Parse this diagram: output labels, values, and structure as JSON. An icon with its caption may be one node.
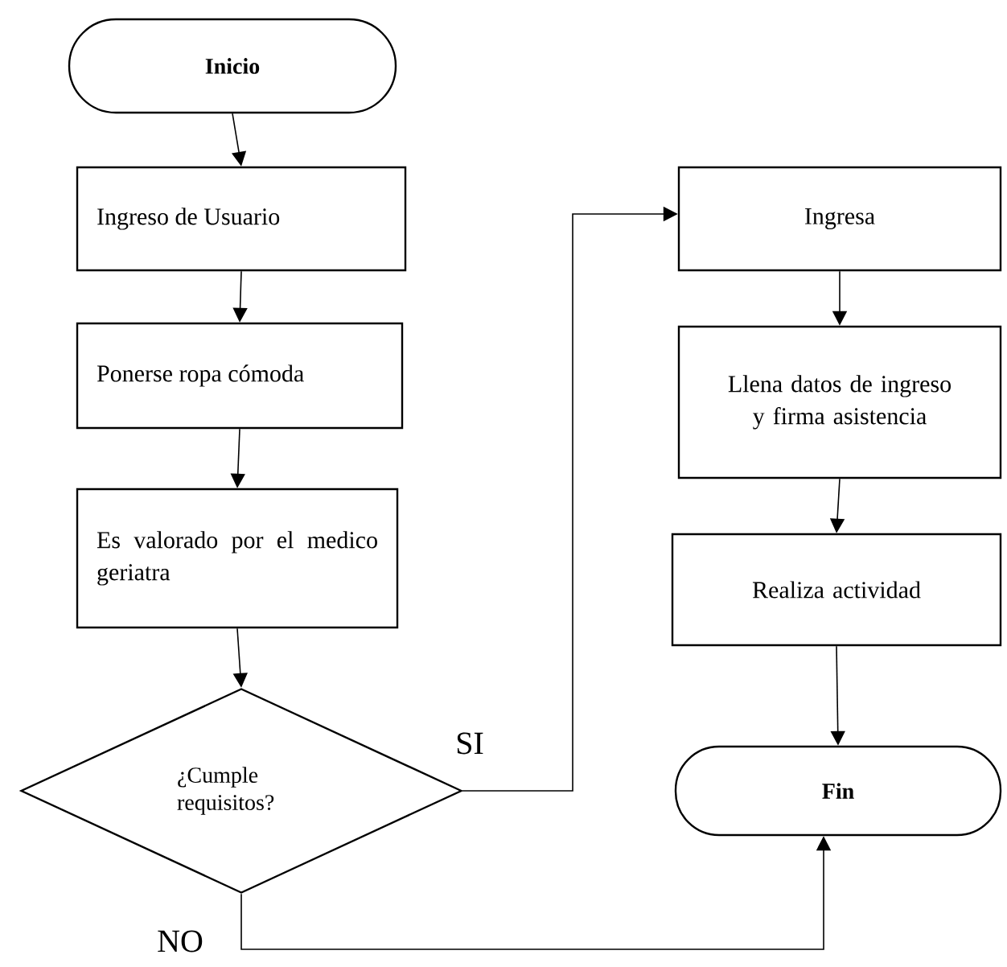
{
  "diagram": {
    "nodes": [
      {
        "text": [
          "Inicio"
        ]
      },
      {
        "text": [
          "Ingreso de Usuario"
        ]
      },
      {
        "text": [
          "Ponerse ropa cómoda"
        ]
      },
      {
        "text": [
          "Es valorado por el medico geriatra"
        ]
      },
      {
        "text": [
          "¿Cumple requisitos?"
        ]
      },
      {
        "text": [
          "Ingresa"
        ]
      },
      {
        "text": [
          "Llena datos de ingreso y firma asistencia"
        ]
      },
      {
        "text": [
          "Realiza actividad"
        ]
      },
      {
        "text": [
          "Fin"
        ]
      }
    ],
    "edges": [
      {
        "from": 0,
        "to": 1,
        "arrow": "to"
      },
      {
        "from": 1,
        "to": 2,
        "arrow": "to"
      },
      {
        "from": 2,
        "to": 3,
        "arrow": "to"
      },
      {
        "from": 3,
        "to": 4,
        "arrow": "to"
      },
      {
        "from": 4,
        "to": 5,
        "arrow": "to",
        "label": "SI"
      },
      {
        "from": 5,
        "to": 6,
        "arrow": "to"
      },
      {
        "from": 6,
        "to": 7,
        "arrow": "to"
      },
      {
        "from": 7,
        "to": 8,
        "arrow": "to"
      },
      {
        "from": 4,
        "to": 8,
        "arrow": "to",
        "label": "NO"
      }
    ]
  }
}
